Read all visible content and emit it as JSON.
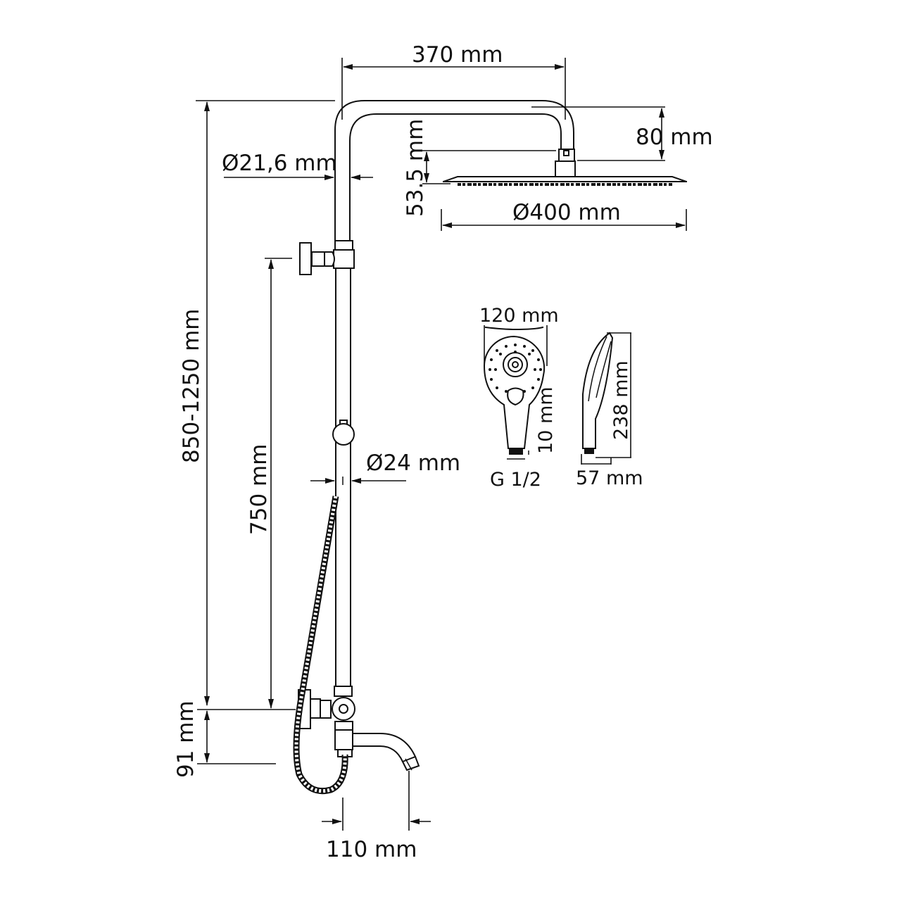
{
  "drawing": {
    "subject": "shower system with overhead rain shower, hand shower and bath spout",
    "line_color": "#111111",
    "background": "#ffffff"
  },
  "dimensions": {
    "arm_reach": "370 mm",
    "arm_height": "80 mm",
    "rain_head_height": "53.5 mm",
    "rain_head_diameter": "Ø400 mm",
    "upper_pipe_diameter": "Ø21,6 mm",
    "total_height": "850-1250 mm",
    "slide_bar_height": "750 mm",
    "lower_pipe_diameter": "Ø24 mm",
    "mixer_offset": "91 mm",
    "spout_reach": "110 mm"
  },
  "hand_shower": {
    "width": "120 mm",
    "connector_length": "10 mm",
    "thread": "G 1/2",
    "length": "238 mm",
    "depth": "57 mm"
  }
}
